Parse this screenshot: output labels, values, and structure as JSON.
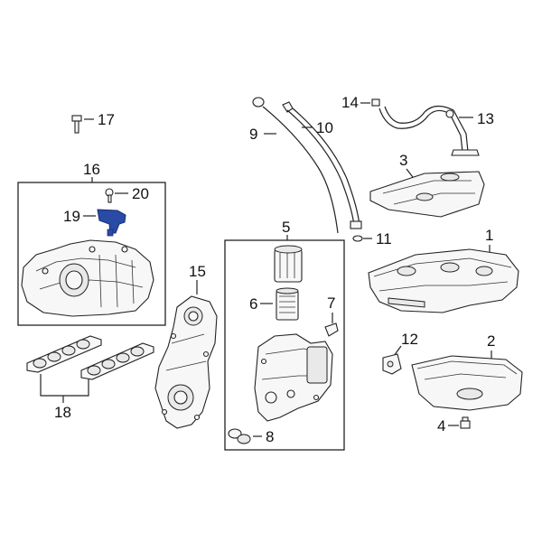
{
  "diagram": {
    "highlight_color": "#2a4aa8",
    "callouts": {
      "c1": "1",
      "c2": "2",
      "c3": "3",
      "c4": "4",
      "c5": "5",
      "c6": "6",
      "c7": "7",
      "c8": "8",
      "c9": "9",
      "c10": "10",
      "c11": "11",
      "c12": "12",
      "c13": "13",
      "c14": "14",
      "c15": "15",
      "c16": "16",
      "c17": "17",
      "c18": "18",
      "c19": "19",
      "c20": "20"
    }
  }
}
